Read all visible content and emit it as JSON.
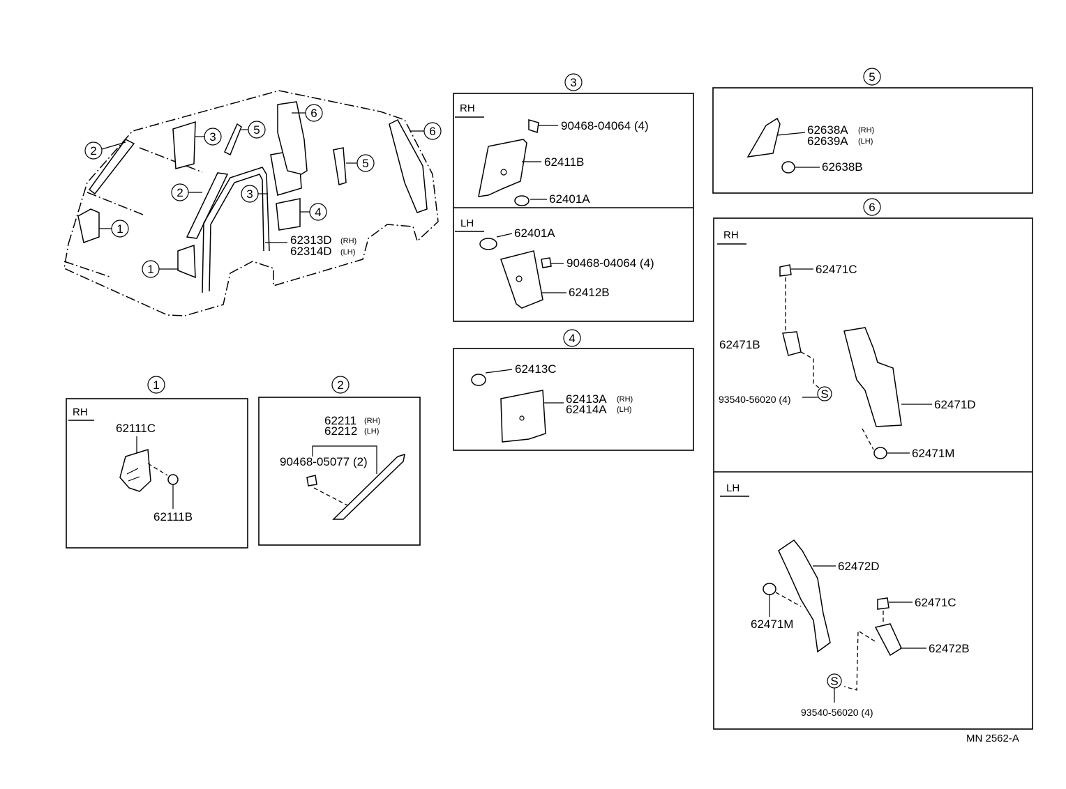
{
  "overview": {
    "callouts": [
      "1",
      "2",
      "3",
      "4",
      "5",
      "6"
    ],
    "pillar_trim_rh": "62313D",
    "pillar_trim_lh": "62314D",
    "rh_tag": "(RH)",
    "lh_tag": "(LH)"
  },
  "panel_1": {
    "number": "1",
    "side": "RH",
    "parts": [
      "62111C",
      "62111B"
    ]
  },
  "panel_2": {
    "number": "2",
    "part_rh": "62211",
    "part_lh": "62212",
    "rh_tag": "(RH)",
    "lh_tag": "(LH)",
    "clip": "90468-05077 (2)"
  },
  "panel_3": {
    "number": "3",
    "rh": {
      "side": "RH",
      "clip": "90468-04064 (4)",
      "trim": "62411B",
      "fastener": "62401A"
    },
    "lh": {
      "side": "LH",
      "fastener": "62401A",
      "clip": "90468-04064 (4)",
      "trim": "62412B"
    }
  },
  "panel_4": {
    "number": "4",
    "fastener": "62413C",
    "trim_rh": "62413A",
    "trim_lh": "62414A",
    "rh_tag": "(RH)",
    "lh_tag": "(LH)"
  },
  "panel_5": {
    "number": "5",
    "trim_rh": "62638A",
    "trim_lh": "62639A",
    "rh_tag": "(RH)",
    "lh_tag": "(LH)",
    "fastener": "62638B"
  },
  "panel_6": {
    "number": "6",
    "rh": {
      "side": "RH",
      "cap": "62471C",
      "cover": "62471B",
      "screw": "93540-56020 (4)",
      "screw_symbol": "S",
      "trim": "62471D",
      "fastener": "62471M"
    },
    "lh": {
      "side": "LH",
      "trim": "62472D",
      "fastener": "62471M",
      "cap": "62471C",
      "cover": "62472B",
      "screw_symbol": "S",
      "screw": "93540-56020 (4)"
    }
  },
  "footer": {
    "code": "MN  2562-A"
  }
}
